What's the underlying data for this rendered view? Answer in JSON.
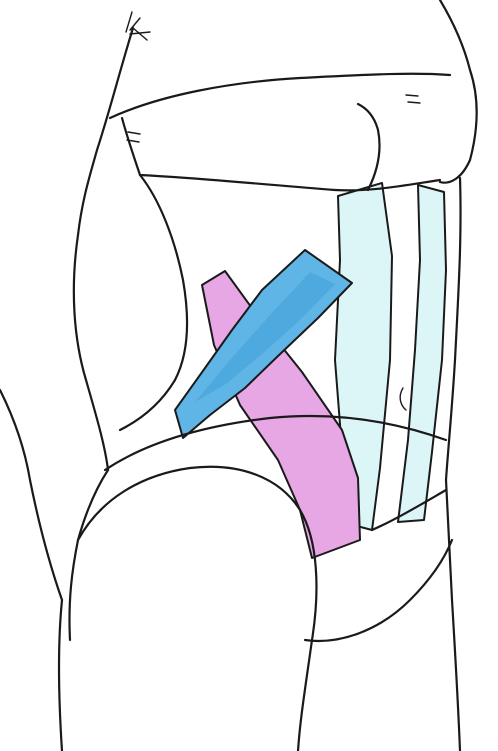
{
  "illustration": {
    "subject": "torso-hip-kinesio-taping",
    "colors": {
      "background": "#ffffff",
      "outline": "#1a1a1a",
      "tape_blue": "#5fb6e6",
      "tape_blue_shade": "#3f9fd8",
      "tape_pink": "#e7a6e4",
      "tape_light_cyan": "#dcf6f8"
    },
    "tapes": [
      {
        "id": "blue",
        "color_key": "tape_blue"
      },
      {
        "id": "pink",
        "color_key": "tape_pink"
      },
      {
        "id": "cyan-left",
        "color_key": "tape_light_cyan"
      },
      {
        "id": "cyan-right",
        "color_key": "tape_light_cyan"
      }
    ]
  }
}
